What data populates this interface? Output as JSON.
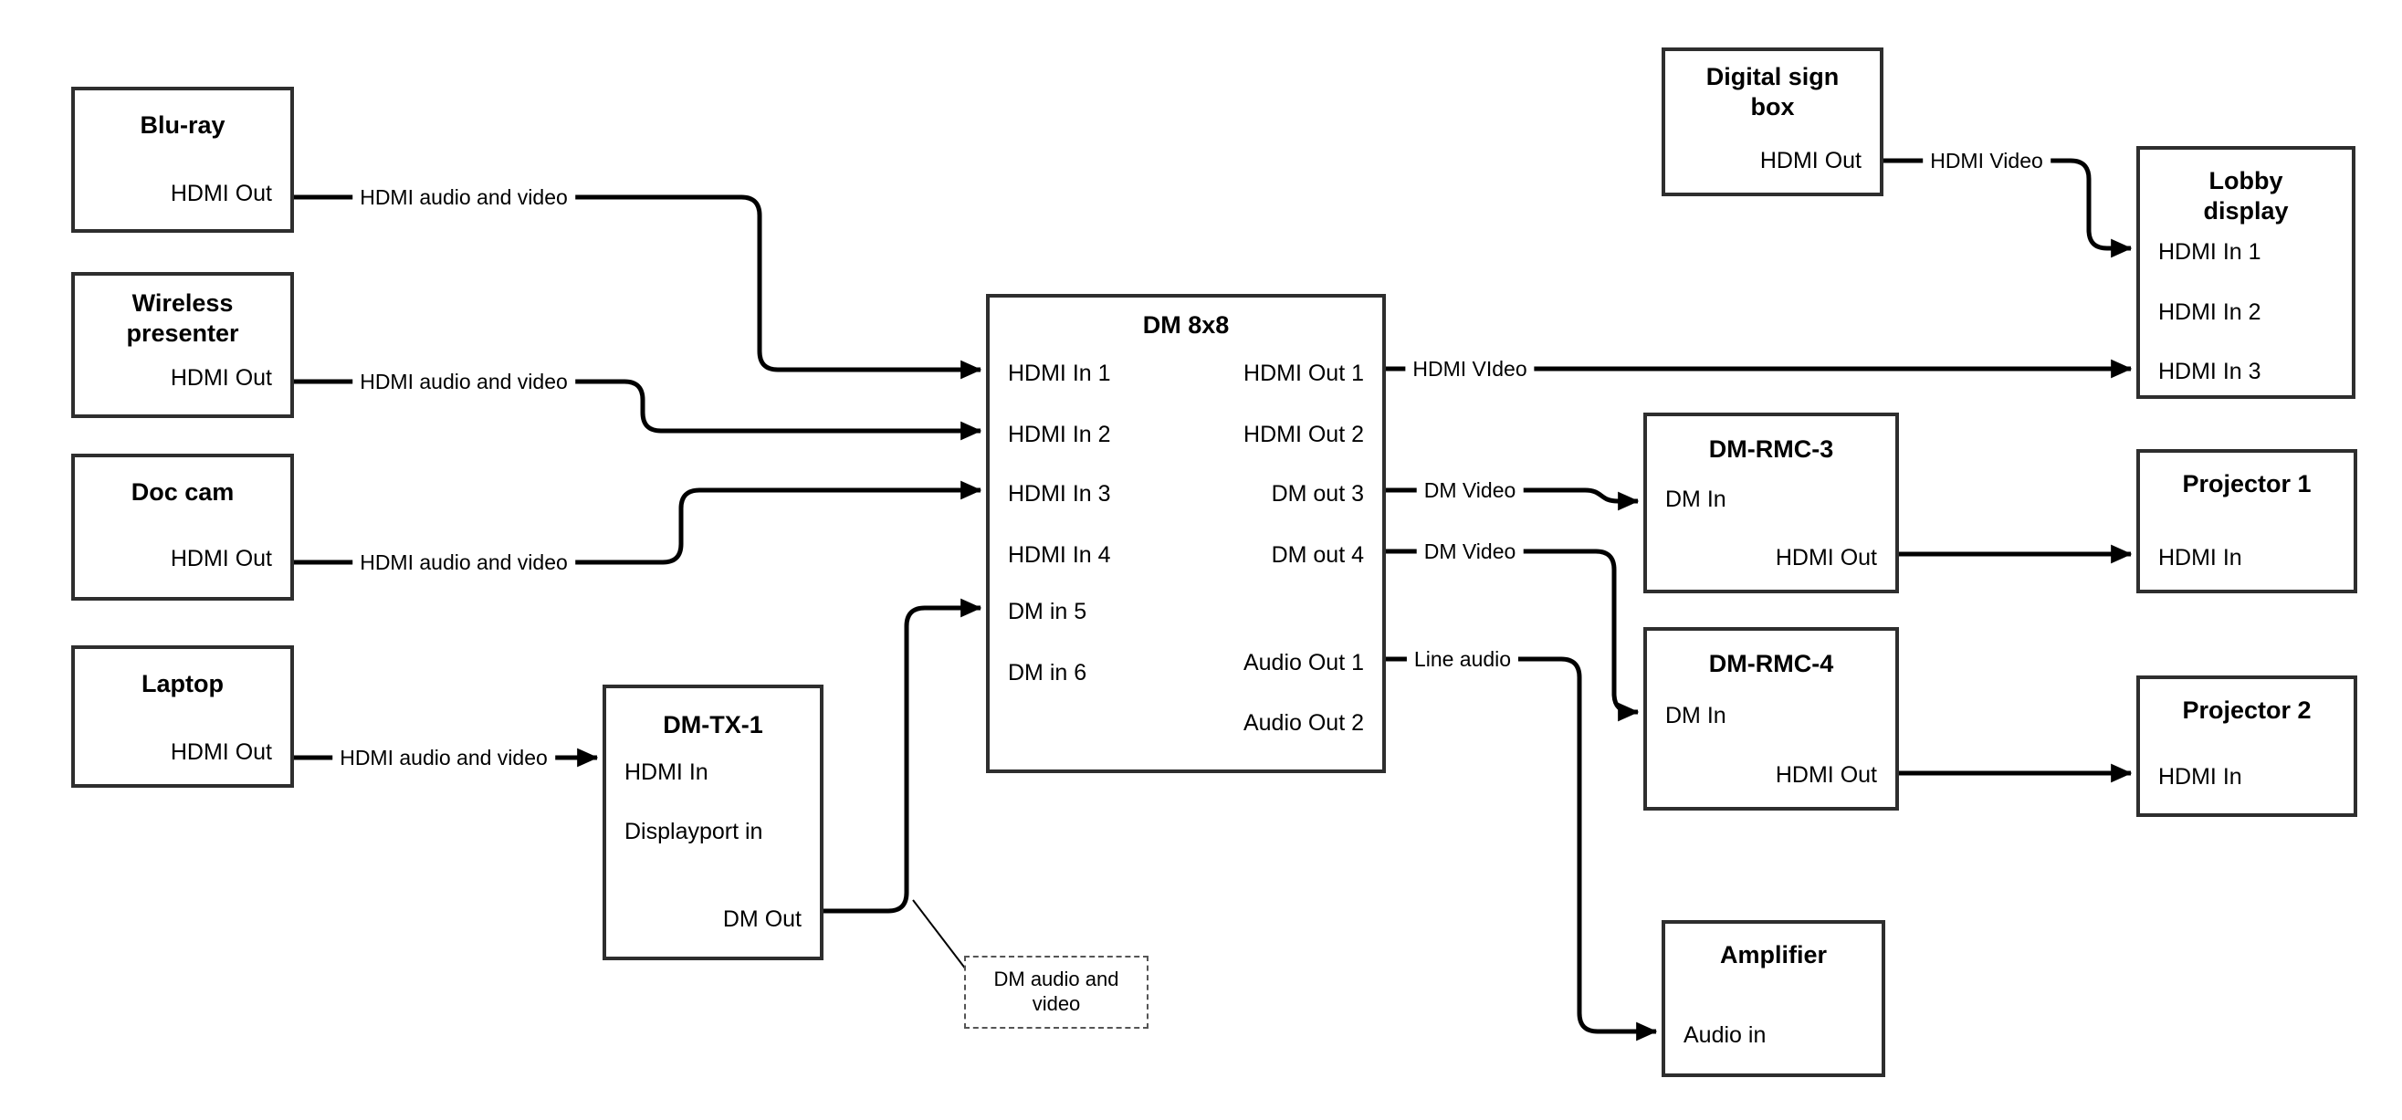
{
  "nodes": {
    "bluray": {
      "title": "Blu-ray",
      "port_hdmi_out": "HDMI Out"
    },
    "wireless": {
      "title": "Wireless presenter",
      "port_hdmi_out": "HDMI Out"
    },
    "doccam": {
      "title": "Doc cam",
      "port_hdmi_out": "HDMI Out"
    },
    "laptop": {
      "title": "Laptop",
      "port_hdmi_out": "HDMI Out"
    },
    "dmtx1": {
      "title": "DM-TX-1",
      "port_hdmi_in": "HDMI In",
      "port_displayport_in": "Displayport in",
      "port_dm_out": "DM Out"
    },
    "dm8x8": {
      "title": "DM 8x8",
      "left_ports": [
        "HDMI In 1",
        "HDMI In 2",
        "HDMI In 3",
        "HDMI In 4",
        "DM in 5",
        "DM in 6"
      ],
      "right_ports": [
        "HDMI Out 1",
        "HDMI Out 2",
        "DM out 3",
        "DM out 4",
        "Audio Out 1",
        "Audio Out 2"
      ]
    },
    "digitalsign": {
      "title": "Digital sign box",
      "port_hdmi_out": "HDMI Out"
    },
    "lobby": {
      "title": "Lobby display",
      "ports": [
        "HDMI In 1",
        "HDMI In 2",
        "HDMI In 3"
      ]
    },
    "dmrmc3": {
      "title": "DM-RMC-3",
      "port_dm_in": "DM In",
      "port_hdmi_out": "HDMI Out"
    },
    "proj1": {
      "title": "Projector 1",
      "port_hdmi_in": "HDMI In"
    },
    "dmrmc4": {
      "title": "DM-RMC-4",
      "port_dm_in": "DM In",
      "port_hdmi_out": "HDMI Out"
    },
    "proj2": {
      "title": "Projector 2",
      "port_hdmi_in": "HDMI In"
    },
    "amplifier": {
      "title": "Amplifier",
      "port_audio_in": "Audio in"
    }
  },
  "labels": {
    "bluray_line": "HDMI audio and video",
    "wireless_line": "HDMI audio and video",
    "doccam_line": "HDMI audio and video",
    "laptop_line": "HDMI audio and video",
    "digitalsign_line": "HDMI Video",
    "hdmi_out1_line": "HDMI VIdeo",
    "dm_out3_line": "DM Video",
    "dm_out4_line": "DM Video",
    "audio_out1_line": "Line audio",
    "dm_out_callout": "DM audio and video"
  },
  "colors": {
    "background": "#ffffff",
    "line": "#000000",
    "box_border": "#2e2e2e",
    "text": "#000000"
  }
}
